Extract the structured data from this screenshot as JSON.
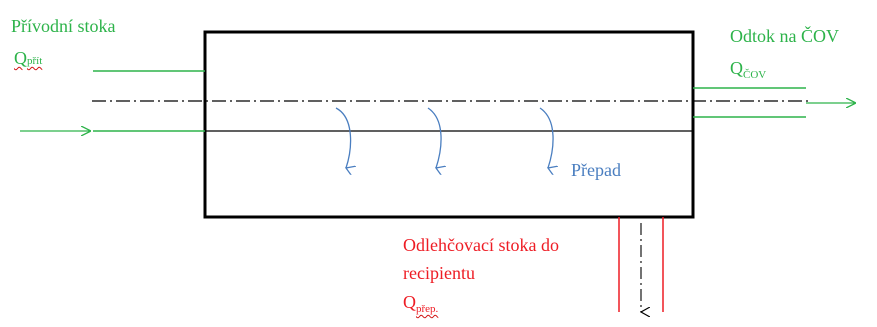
{
  "labels": {
    "inlet_title": "Přívodní stoka",
    "inlet_q": "Q",
    "inlet_q_sub": "přít",
    "outlet_title": "Odtok na ČOV",
    "outlet_q": "Q",
    "outlet_q_sub": "ČOV",
    "overflow": "Přepad",
    "relief_line1": "Odlehčovací stoka do",
    "relief_line2": "recipientu",
    "relief_q": "Q",
    "relief_q_sub": "přep."
  },
  "colors": {
    "inlet_outlet": "#2db34a",
    "relief": "#ee1c24",
    "overflow": "#4a7ec0",
    "structure": "#000000"
  }
}
